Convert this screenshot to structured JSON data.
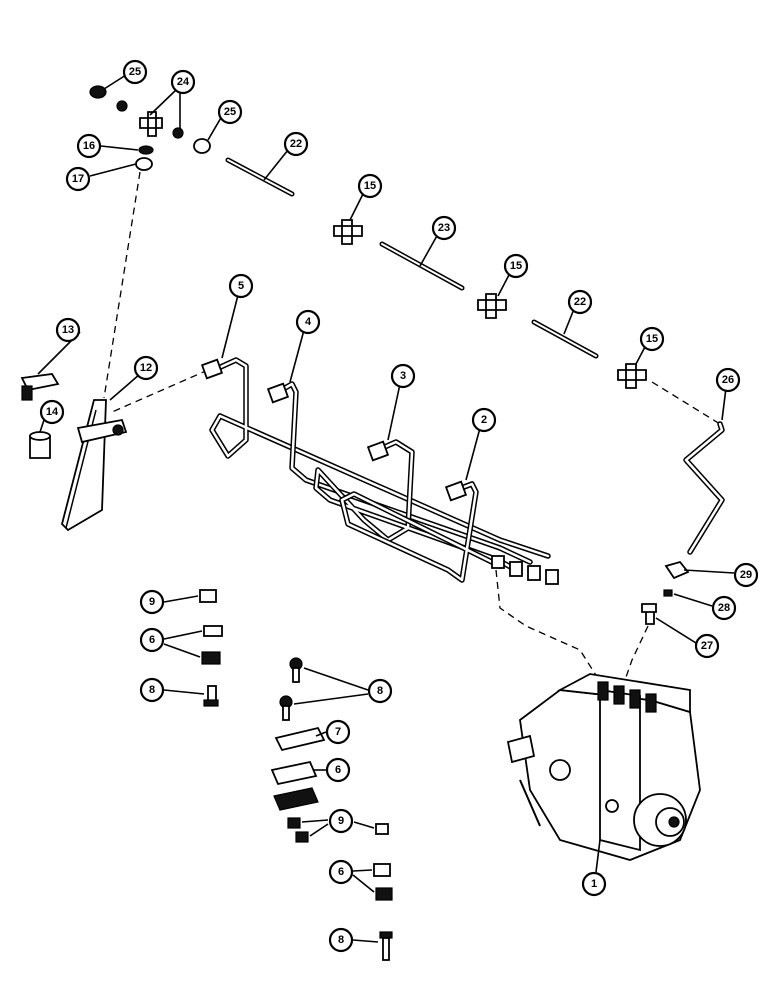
{
  "callouts": [
    {
      "id": "25a",
      "label": "25"
    },
    {
      "id": "24",
      "label": "24"
    },
    {
      "id": "25b",
      "label": "25"
    },
    {
      "id": "16",
      "label": "16"
    },
    {
      "id": "17",
      "label": "17"
    },
    {
      "id": "22a",
      "label": "22"
    },
    {
      "id": "15a",
      "label": "15"
    },
    {
      "id": "23",
      "label": "23"
    },
    {
      "id": "15b",
      "label": "15"
    },
    {
      "id": "22b",
      "label": "22"
    },
    {
      "id": "15c",
      "label": "15"
    },
    {
      "id": "26",
      "label": "26"
    },
    {
      "id": "5",
      "label": "5"
    },
    {
      "id": "4",
      "label": "4"
    },
    {
      "id": "13",
      "label": "13"
    },
    {
      "id": "12",
      "label": "12"
    },
    {
      "id": "3",
      "label": "3"
    },
    {
      "id": "2",
      "label": "2"
    },
    {
      "id": "14",
      "label": "14"
    },
    {
      "id": "29",
      "label": "29"
    },
    {
      "id": "28",
      "label": "28"
    },
    {
      "id": "27",
      "label": "27"
    },
    {
      "id": "9a",
      "label": "9"
    },
    {
      "id": "6a",
      "label": "6"
    },
    {
      "id": "8a",
      "label": "8"
    },
    {
      "id": "8b",
      "label": "8"
    },
    {
      "id": "7",
      "label": "7"
    },
    {
      "id": "6b",
      "label": "6"
    },
    {
      "id": "9b",
      "label": "9"
    },
    {
      "id": "6c",
      "label": "6"
    },
    {
      "id": "1",
      "label": "1"
    },
    {
      "id": "8c",
      "label": "8"
    }
  ]
}
